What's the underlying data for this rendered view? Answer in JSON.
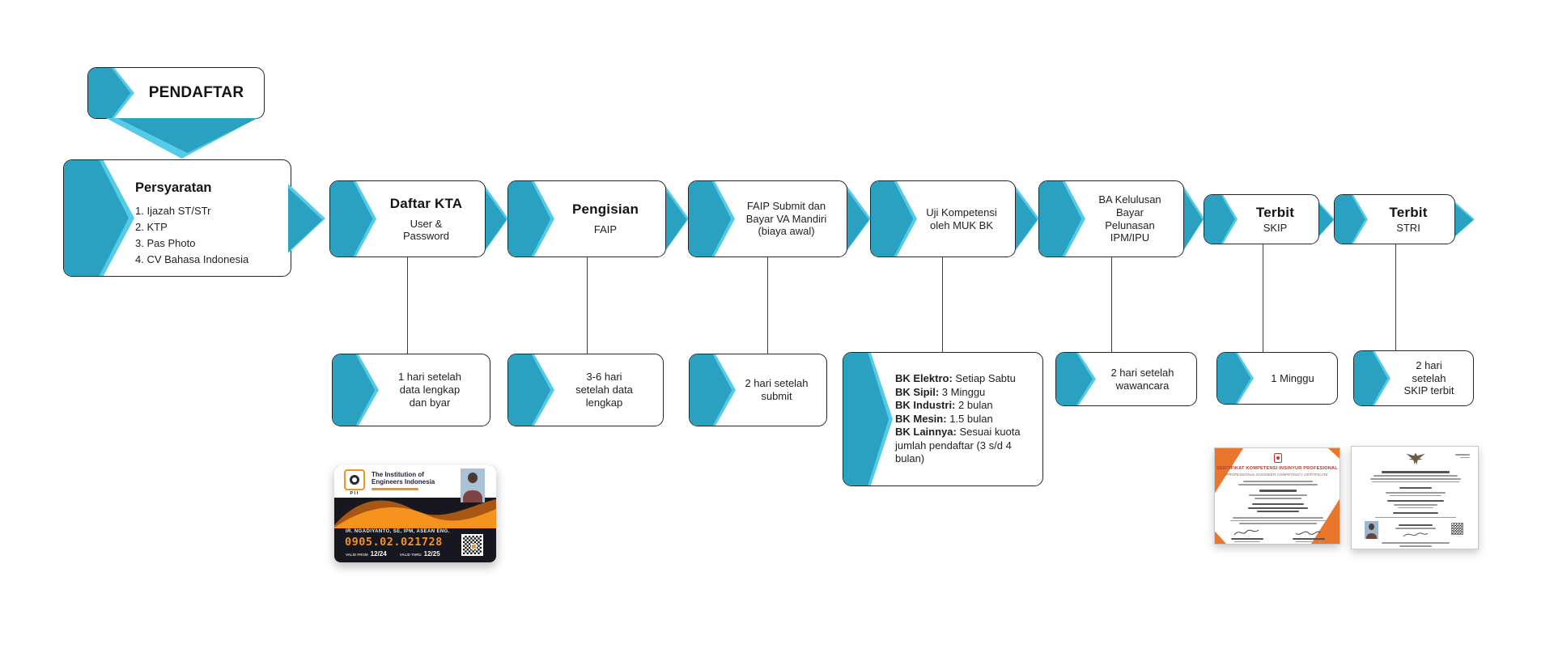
{
  "colors": {
    "teal": "#2BA1C1",
    "teal_light": "#55CBE7",
    "box_border": "#262626",
    "text": "#1f1f1f",
    "orange": "#F6921E",
    "card_dark": "#17171F",
    "cert_title_red": "#B03A2E"
  },
  "start": {
    "title": "PENDAFTAR"
  },
  "requirements": {
    "title": "Persyaratan",
    "items": [
      "1. Ijazah ST/STr",
      "2. KTP",
      "3. Pas Photo",
      "4. CV Bahasa Indonesia"
    ]
  },
  "steps": [
    {
      "title": "Daftar KTA",
      "subtitle": "User & Password"
    },
    {
      "title": "Pengisian",
      "subtitle": "FAIP"
    },
    {
      "text": "FAIP Submit dan Bayar VA Mandiri (biaya awal)"
    },
    {
      "text": "Uji Kompetensi oleh MUK BK"
    },
    {
      "text": "BA Kelulusan Bayar Pelunasan IPM/IPU"
    },
    {
      "title": "Terbit",
      "subtitle": "SKIP"
    },
    {
      "title": "Terbit",
      "subtitle": "STRI"
    }
  ],
  "durations": [
    {
      "text": "1 hari setelah data lengkap dan byar"
    },
    {
      "text": "3-6 hari setelah data lengkap"
    },
    {
      "text": "2 hari setelah submit"
    },
    {
      "lines": [
        {
          "label": "BK Elektro:",
          "value": "Setiap Sabtu"
        },
        {
          "label": "BK Sipil:",
          "value": "3 Minggu"
        },
        {
          "label": "BK Industri:",
          "value": "2 bulan"
        },
        {
          "label": "BK Mesin:",
          "value": "1.5 bulan"
        },
        {
          "label": "BK Lainnya:",
          "value": "Sesuai kuota jumlah pendaftar (3 s/d 4 bulan)"
        }
      ]
    },
    {
      "text": "2 hari setelah wawancara"
    },
    {
      "text": "1 Minggu"
    },
    {
      "text": "2 hari setelah SKIP terbit"
    }
  ],
  "kta_card": {
    "org_line1": "The Institution of",
    "org_line2": "Engineers Indonesia",
    "logo_label": "PII",
    "member_name": "IR. NGADIYANTO, SE, IPM, ASEAN ENG.",
    "member_number": "0905.02.021728",
    "valid_from_label": "VALID FROM",
    "valid_from": "12/24",
    "valid_thru_label": "VALID THRU",
    "valid_thru": "12/25"
  },
  "certificates": {
    "skip": {
      "title": "SERTIFIKAT KOMPETENSI INSINYUR PROFESIONAL",
      "subtitle": "PROFESSIONAL ENGINEER COMPETENCY CERTIFICATE"
    }
  }
}
